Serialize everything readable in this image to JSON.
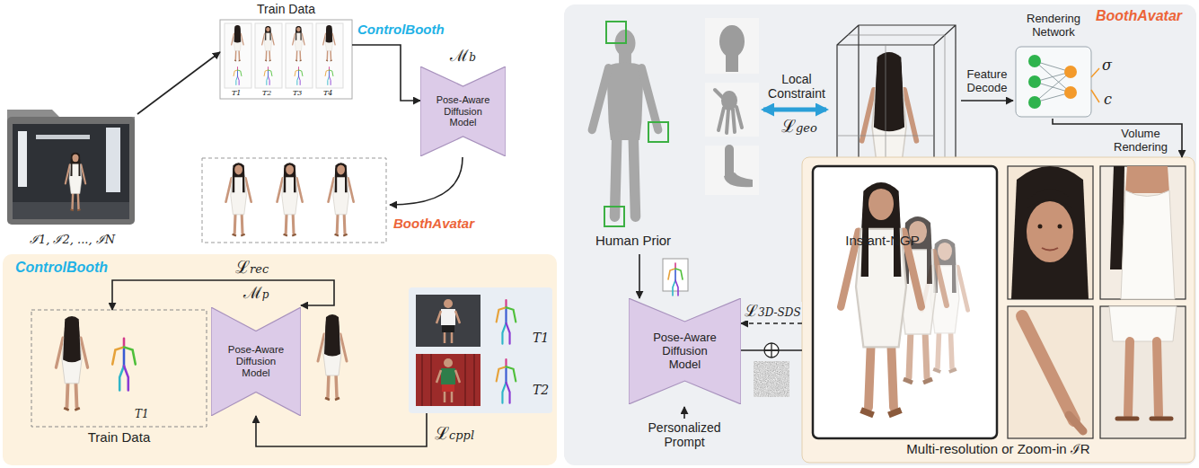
{
  "diagram": {
    "nodes": [
      {
        "text": [
          "ℐ1, ℐ2, ..., ℐN"
        ]
      },
      {
        "text": [
          "Train Data"
        ]
      },
      {
        "text": [
          "ℳb",
          "Pose-Aware Diffusion Model"
        ]
      },
      {
        "text": [
          "ControlBooth"
        ]
      },
      {
        "text": [
          "Train Data"
        ],
        "in": 3
      },
      {
        "text": [
          "ℳp",
          "Pose-Aware Diffusion Model"
        ],
        "in": 3
      },
      {
        "text": [
          "T1",
          "T2"
        ],
        "in": 3
      },
      {
        "text": [
          "BoothAvatar"
        ]
      },
      {
        "text": [
          "Human Prior"
        ],
        "in": 7
      },
      {
        "text": [
          "Instant-NGP"
        ],
        "in": 7
      },
      {
        "text": [
          "Rendering Network"
        ],
        "in": 7
      },
      {
        "text": [
          "Pose-Aware Diffusion Model"
        ],
        "in": 7
      },
      {
        "text": [
          "Multi-resolution or Zoom-in ℐR"
        ],
        "in": 7
      }
    ],
    "edges": [
      {
        "from": 0,
        "to": 1,
        "arrow": "to"
      },
      {
        "from": 1,
        "to": 2,
        "label": "ControlBooth",
        "arrow": "to"
      },
      {
        "from": 5,
        "to": 4,
        "label": "ℒrec",
        "arrow": "both"
      },
      {
        "from": 6,
        "to": 5,
        "label": "ℒcppl",
        "arrow": "to"
      },
      {
        "from": 8,
        "to": 9,
        "label": "Local Constraint",
        "arrow": "both"
      },
      {
        "from": 9,
        "to": 10,
        "label": "Feature Decode",
        "arrow": "to"
      },
      {
        "from": 10,
        "to": 12,
        "label": "Volume Rendering",
        "arrow": "to"
      },
      {
        "from": 8,
        "to": 11,
        "arrow": "to"
      },
      {
        "from": 11,
        "to": 12,
        "arrow": "none"
      },
      {
        "from": 12,
        "to": 11,
        "label": "ℒ3D-SDS",
        "arrow": "to"
      }
    ],
    "labels": [
      "T1",
      "T2",
      "T3",
      "T4",
      "BoothAvatar",
      "T1",
      "ℒgeo",
      "σ",
      "c",
      "Personalized Prompt"
    ]
  }
}
